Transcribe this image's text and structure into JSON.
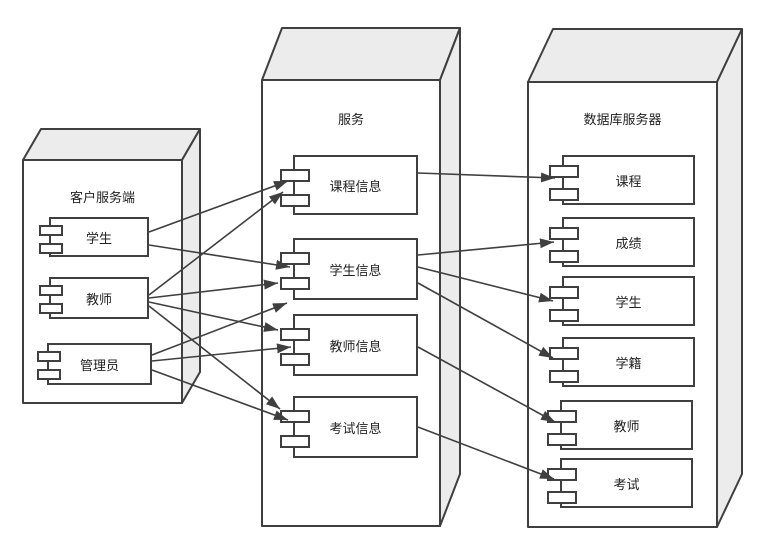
{
  "diagram": {
    "type": "uml-deployment-diagram",
    "nodes": [
      {
        "id": "client",
        "label": "客户服务端",
        "components": [
          {
            "id": "client-student",
            "label": "学生"
          },
          {
            "id": "client-teacher",
            "label": "教师"
          },
          {
            "id": "client-admin",
            "label": "管理员"
          }
        ]
      },
      {
        "id": "service",
        "label": "服务",
        "components": [
          {
            "id": "service-course-info",
            "label": "课程信息"
          },
          {
            "id": "service-student-info",
            "label": "学生信息"
          },
          {
            "id": "service-teacher-info",
            "label": "教师信息"
          },
          {
            "id": "service-exam-info",
            "label": "考试信息"
          }
        ]
      },
      {
        "id": "database",
        "label": "数据库服务器",
        "components": [
          {
            "id": "db-course",
            "label": "课程"
          },
          {
            "id": "db-grade",
            "label": "成绩"
          },
          {
            "id": "db-student",
            "label": "学生"
          },
          {
            "id": "db-status",
            "label": "学籍"
          },
          {
            "id": "db-teacher",
            "label": "教师"
          },
          {
            "id": "db-exam",
            "label": "考试"
          }
        ]
      }
    ],
    "connections": [
      {
        "from": "client-student",
        "to": "service-course-info"
      },
      {
        "from": "client-student",
        "to": "service-student-info"
      },
      {
        "from": "client-teacher",
        "to": "service-course-info"
      },
      {
        "from": "client-teacher",
        "to": "service-student-info"
      },
      {
        "from": "client-teacher",
        "to": "service-teacher-info"
      },
      {
        "from": "client-teacher",
        "to": "service-exam-info"
      },
      {
        "from": "client-admin",
        "to": "service-student-info"
      },
      {
        "from": "client-admin",
        "to": "service-teacher-info"
      },
      {
        "from": "client-admin",
        "to": "service-exam-info"
      },
      {
        "from": "service-course-info",
        "to": "db-course"
      },
      {
        "from": "service-student-info",
        "to": "db-grade"
      },
      {
        "from": "service-student-info",
        "to": "db-student"
      },
      {
        "from": "service-student-info",
        "to": "db-status"
      },
      {
        "from": "service-teacher-info",
        "to": "db-teacher"
      },
      {
        "from": "service-exam-info",
        "to": "db-exam"
      }
    ],
    "colors": {
      "line": "#3f3f3f",
      "border": "#3f3f3f",
      "node_face": "#ececec",
      "node_front": "#ffffff",
      "text": "#222222",
      "background": "#ffffff"
    }
  }
}
